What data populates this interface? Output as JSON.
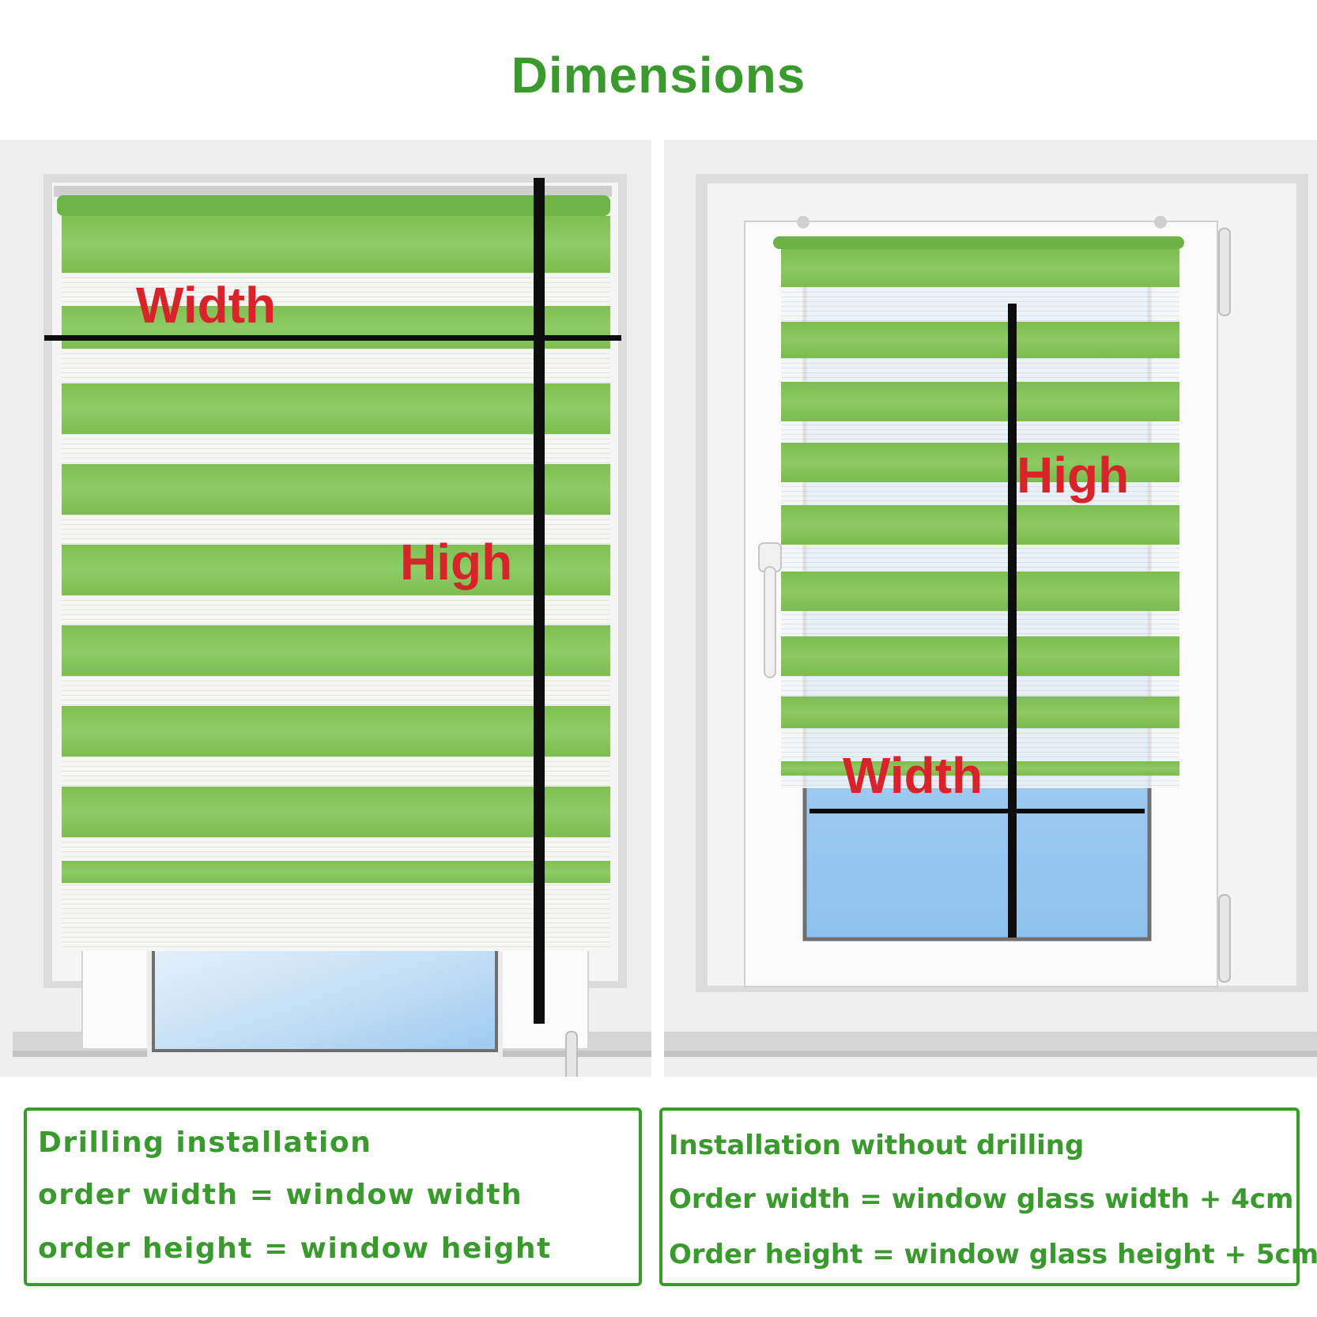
{
  "header": {
    "title": "Dimensions"
  },
  "colors": {
    "brand_green": "#3a9a2e",
    "blind_green": "#86c55e",
    "label_red": "#d8232a",
    "measure_line": "#0d0d0d",
    "glass_blue": "#9ccaf0"
  },
  "left_diagram": {
    "width_label": "Width",
    "height_label": "High"
  },
  "right_diagram": {
    "width_label": "Width",
    "height_label": "High"
  },
  "drilling_box": {
    "heading": "Drilling installation",
    "width_rule": "order width = window width",
    "height_rule": "order height = window height"
  },
  "no_drilling_box": {
    "heading": "Installation without drilling",
    "width_rule": "Order width = window glass width + 4cm",
    "height_rule": "Order height = window glass height + 5cm"
  }
}
